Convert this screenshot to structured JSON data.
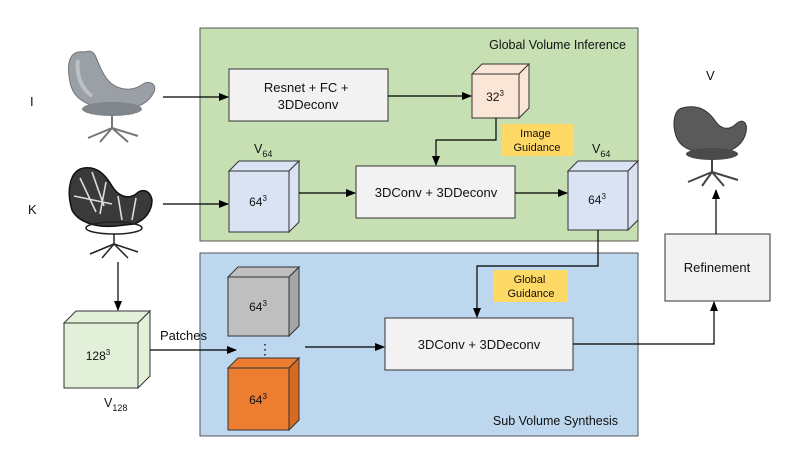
{
  "inputs": {
    "I_label": "I",
    "K_label": "K",
    "V_label": "V"
  },
  "global": {
    "region_title": "Global Volume Inference",
    "encoder": [
      "Resnet + FC +",
      "3DDeconv"
    ],
    "coarse_volume": "32",
    "coarse_exp": "3",
    "image_guidance": [
      "Image",
      "Guidance"
    ],
    "v64_input_label": "V",
    "v64_input_sub": "64",
    "v64_input_cube": "64",
    "v64_input_exp": "3",
    "conv_block": "3DConv + 3DDeconv",
    "v64_output_label": "V",
    "v64_output_sub": "64",
    "v64_output_cube": "64",
    "v64_output_exp": "3"
  },
  "sub": {
    "region_title": "Sub Volume Synthesis",
    "global_guidance": [
      "Global",
      "Guidance"
    ],
    "patch_top_cube": "64",
    "patch_top_exp": "3",
    "ellipsis": "⋮",
    "patch_bottom_cube": "64",
    "patch_bottom_exp": "3",
    "conv_block": "3DConv + 3DDeconv"
  },
  "v128": {
    "cube": "128",
    "exp": "3",
    "label": "V",
    "sub": "128",
    "patches_label": "Patches"
  },
  "refinement": "Refinement",
  "colors": {
    "global_bg": "#c6e0b4",
    "sub_bg": "#bdd7ee",
    "box_fill": "#f2f2f2",
    "guidance_fill": "#ffd966",
    "cube_blue": "#dae3f3",
    "cube_peach": "#fbe5d6",
    "cube_green": "#e2f0d9",
    "cube_gray": "#bfbfbf",
    "cube_orange": "#ed7d31",
    "chair_gray": "#8c9196",
    "chair_dark": "#3a3a3a"
  }
}
